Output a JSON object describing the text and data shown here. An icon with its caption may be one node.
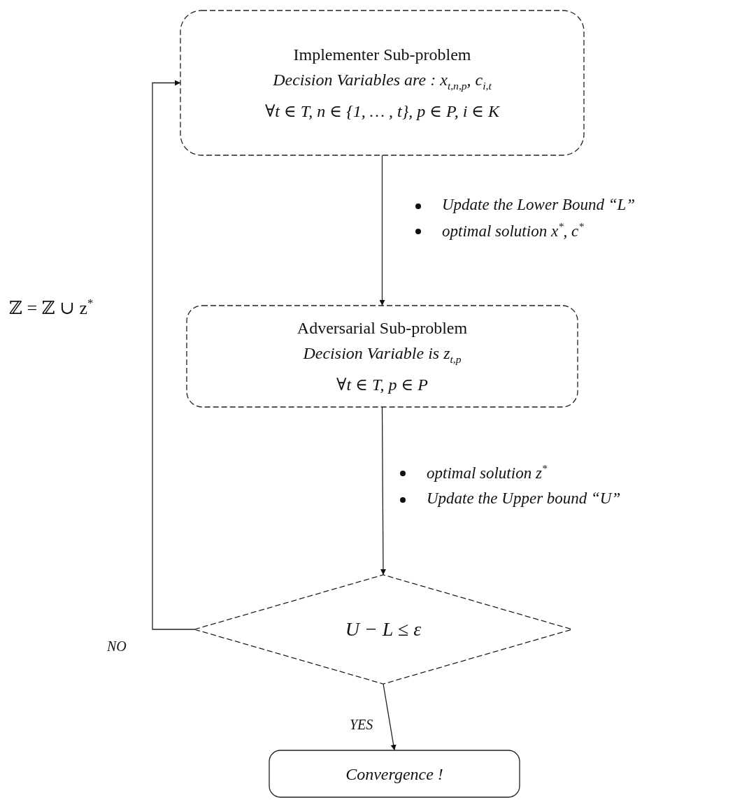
{
  "diagram": {
    "nodes": [
      {
        "text": [
          "Implementer Sub-problem",
          "Decision Variables are : x$_{t,n,p}$, c$_{i,t}$",
          "∀t ∈ T, n ∈ {1, … , t}, p ∈ P, i ∈ K"
        ]
      },
      {
        "text": [
          "Adversarial Sub-problem",
          "Decision Variable is z$_{t,p}$",
          "∀t ∈ T, p ∈ P"
        ]
      },
      {
        "text": [
          "U − L ≤ ε"
        ]
      },
      {
        "text": [
          "Convergence !"
        ]
      }
    ],
    "edges": [
      {
        "from": 0,
        "to": 1,
        "arrow": "to"
      },
      {
        "from": 1,
        "to": 2,
        "arrow": "to"
      },
      {
        "from": 2,
        "to": 0,
        "arrow": "to",
        "label": "NO"
      },
      {
        "from": 2,
        "to": 3,
        "arrow": "to",
        "label": "YES"
      }
    ],
    "labels": [
      "Update the Lower Bound “L”",
      "optimal solution x$^{*}$, c$^{*}$",
      "optimal solution z$^{*}$",
      "Update the Upper bound “U”",
      "ℤ = ℤ ∪ z$^{*}$"
    ]
  }
}
